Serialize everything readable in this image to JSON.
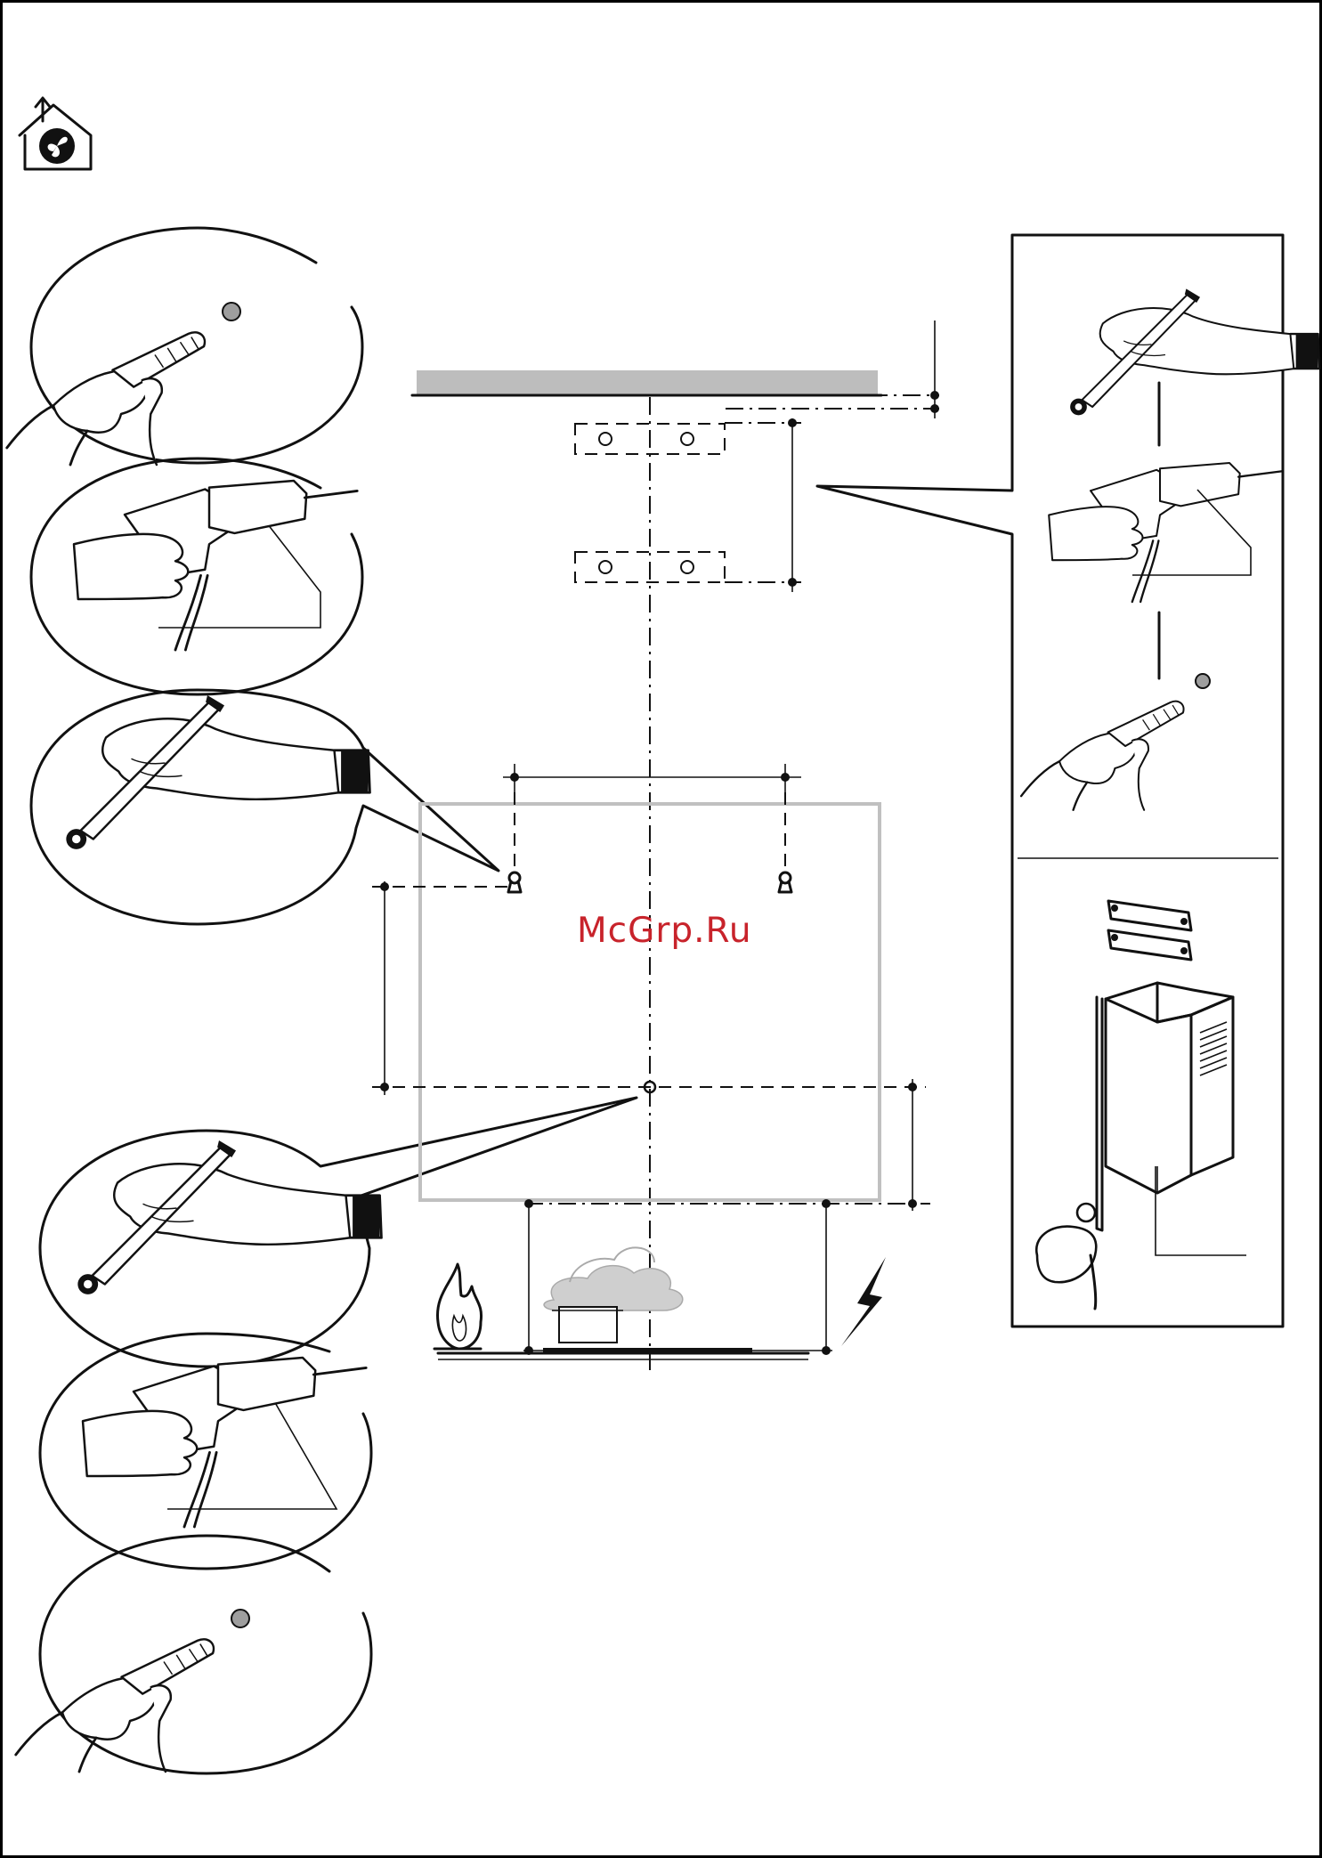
{
  "watermark": {
    "text": "McGrp.Ru",
    "color": "#c8232b"
  },
  "colors": {
    "line": "#111111",
    "hood_outline": "#c0c0c0",
    "ceiling": "#bdbdbd",
    "hole": "#9e9e9e"
  },
  "icons": {
    "logo": "ducted-extraction-house-fan-icon",
    "flame": "gas-flame-icon",
    "bolt": "electric-lightning-icon",
    "steam": "cooking-pot-steam-icon"
  },
  "left_steps": [
    {
      "step": "insert-wall-plug",
      "icon": "hand-wall-plug-icon"
    },
    {
      "step": "drill-hole",
      "icon": "hand-drill-icon"
    },
    {
      "step": "mark-point",
      "icon": "hand-pencil-marking-icon"
    },
    {
      "step": "mark-point",
      "icon": "hand-pencil-marking-icon"
    },
    {
      "step": "drill-hole",
      "icon": "hand-drill-icon"
    },
    {
      "step": "insert-wall-plug",
      "icon": "hand-wall-plug-icon"
    }
  ],
  "right_panel": {
    "steps": [
      {
        "step": "mark-point",
        "icon": "hand-pencil-marking-icon"
      },
      {
        "step": "drill-hole",
        "icon": "hand-drill-icon"
      },
      {
        "step": "insert-wall-plug",
        "icon": "hand-wall-plug-icon"
      }
    ],
    "parts": [
      {
        "part": "mounting-brackets",
        "icon": "bracket-pair-icon"
      },
      {
        "part": "chimney-duct",
        "icon": "telescopic-chimney-icon"
      },
      {
        "part": "measuring-tape",
        "icon": "hand-tape-measure-icon"
      }
    ]
  }
}
